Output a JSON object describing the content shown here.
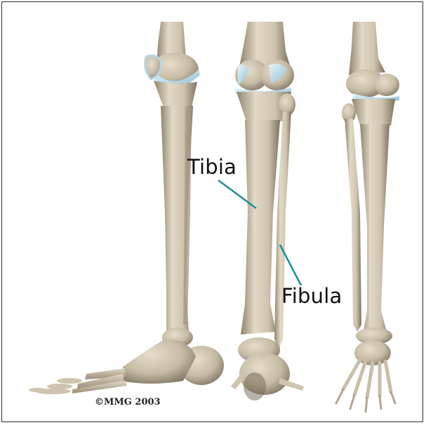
{
  "labels": {
    "tibia": "Tibia",
    "fibula": "Fibula"
  },
  "copyright": "©MMG 2003",
  "colors": {
    "bone": "#d7cdb9",
    "bone_shade": "#a89c86",
    "bone_dark": "#7f7462",
    "cartilage": "#b9d8e6",
    "pointer": "#1e8f95",
    "frame": "#2b2b2b"
  }
}
